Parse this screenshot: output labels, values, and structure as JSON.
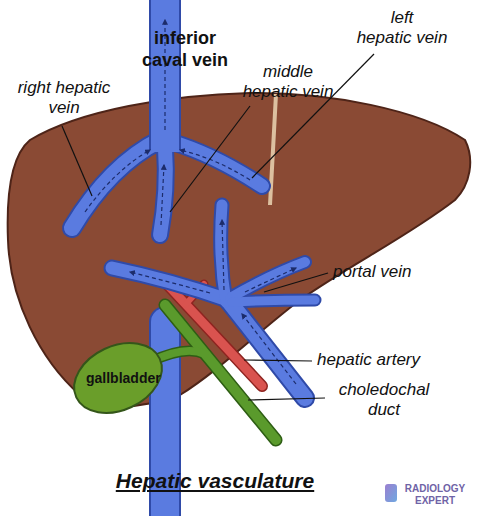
{
  "diagram": {
    "caption": "Hepatic vasculature",
    "labels": [
      "inferior caval vein",
      "right hepatic vein",
      "middle hepatic vein",
      "left hepatic vein",
      "portal vein",
      "hepatic artery",
      "choledochal duct",
      "gallbladder",
      "RADIOLOGY EXPERT"
    ]
  }
}
